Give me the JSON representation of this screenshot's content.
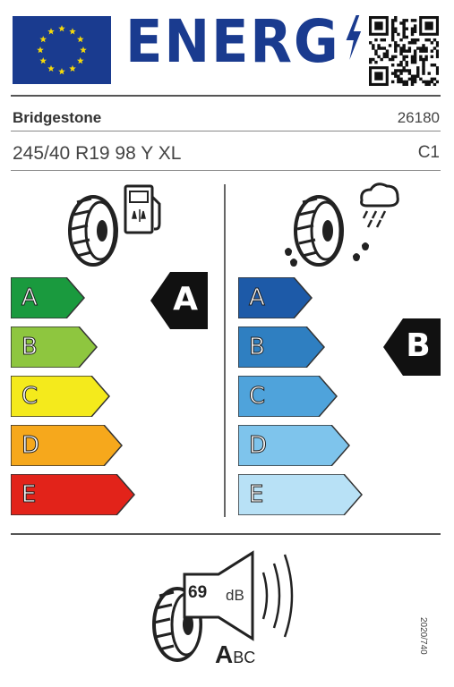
{
  "header": {
    "title": "ENERG",
    "flag": "eu-flag-icon",
    "energy_symbol": "lightning-icon",
    "qr": "qr-code"
  },
  "supplier": {
    "brand": "Bridgestone",
    "article_number": "26180"
  },
  "tyre": {
    "size": "245/40 R19 98 Y XL",
    "class": "C1"
  },
  "fuel_efficiency": {
    "icon": "fuel-pump-tyre-icon",
    "scale": [
      "A",
      "B",
      "C",
      "D",
      "E"
    ],
    "rating": "A",
    "colors": [
      "#1a9a3e",
      "#8ec63f",
      "#f4ea1c",
      "#f6a81c",
      "#e2231a"
    ]
  },
  "wet_grip": {
    "icon": "rain-cloud-tyre-icon",
    "scale": [
      "A",
      "B",
      "C",
      "D",
      "E"
    ],
    "rating": "B",
    "colors": [
      "#1d5aa8",
      "#2f7fc1",
      "#4fa3db",
      "#7ec4ec",
      "#b8e1f6"
    ]
  },
  "noise": {
    "icon": "speaker-tyre-icon",
    "value": "69",
    "unit": "dB",
    "class_main": "A",
    "class_rest": "BC"
  },
  "regulation": "2020/740"
}
